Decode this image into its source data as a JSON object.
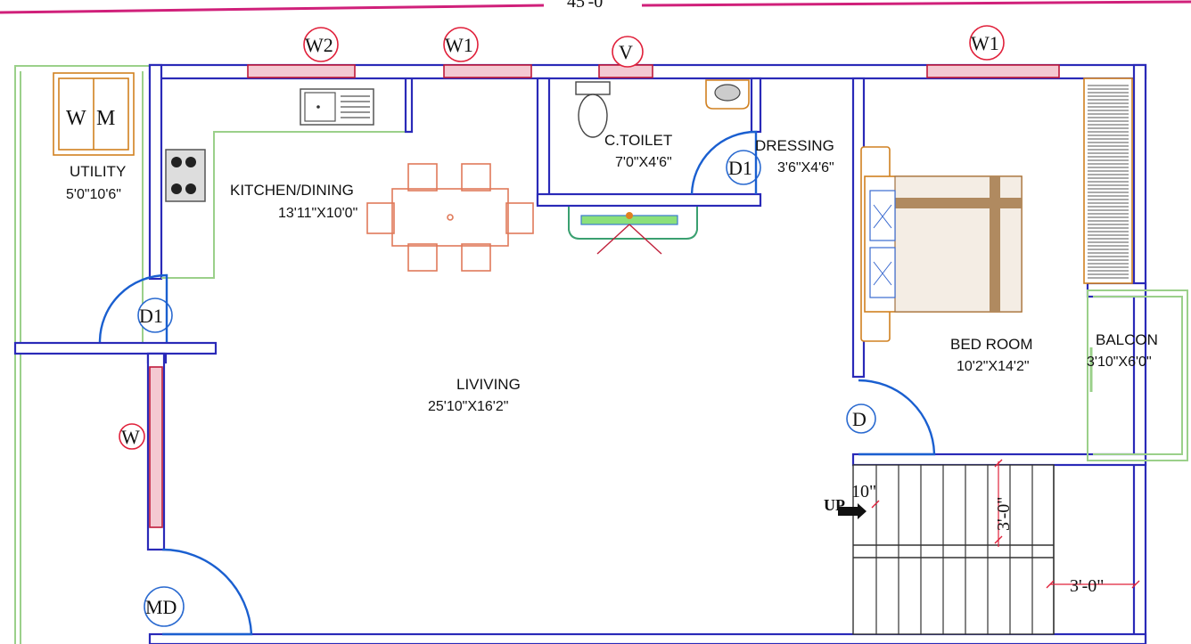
{
  "plan": {
    "top_dimension": "45'-0\"",
    "rooms": {
      "utility": {
        "name": "UTILITY",
        "dims": "5'0\"10'6\""
      },
      "kitchen": {
        "name": "KITCHEN/DINING",
        "dims": "13'11\"X10'0\""
      },
      "toilet": {
        "name": "C.TOILET",
        "dims": "7'0\"X4'6\""
      },
      "dressing": {
        "name": "DRESSING",
        "dims": "3'6\"X4'6\""
      },
      "living": {
        "name": "LIVIVING",
        "dims": "25'10\"X16'2\""
      },
      "bedroom": {
        "name": "BED ROOM",
        "dims": "10'2\"X14'2\""
      },
      "balcony": {
        "name": "BALCON",
        "dims": "3'10\"X6'0\""
      }
    },
    "tags": {
      "w2": "W2",
      "w1_left": "W1",
      "v": "V",
      "w1_right": "W1",
      "d1_toilet": "D1",
      "d1_utility": "D1",
      "w_living": "W",
      "d_bedroom": "D",
      "md": "MD"
    },
    "washing_machine": {
      "w": "W",
      "m": "M"
    },
    "stair": {
      "up": "UP",
      "tread": "10\"",
      "width_label": "3'-0\"",
      "landing_label": "3'-0\""
    }
  }
}
